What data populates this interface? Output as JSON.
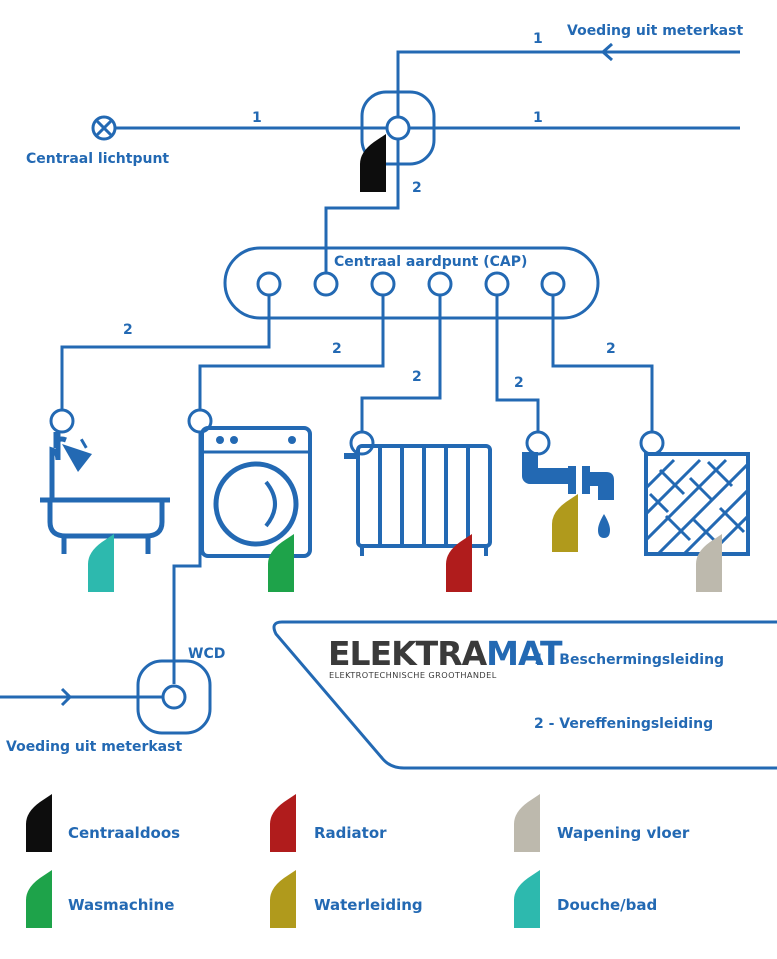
{
  "labels": {
    "supply_top": "Voeding uit meterkast",
    "supply_bottom": "Voeding uit meterkast",
    "central_light": "Centraal lichtpunt",
    "cap": "Centraal aardpunt (CAP)",
    "wcd": "WCD"
  },
  "wire_numbers": {
    "top_supply": "1",
    "light": "1",
    "right": "1",
    "to_cap": "2",
    "bath": "2",
    "washer": "2",
    "radiator": "2",
    "tap": "2",
    "floor": "2"
  },
  "logo": {
    "part1": "ELEKTRA",
    "part2": "MAT",
    "subtitle": "ELEKTROTECHNISCHE GROOTHANDEL"
  },
  "key": {
    "item1": "1 - Beschermingsleiding",
    "item2": "2 - Vereffeningsleiding"
  },
  "legend": [
    {
      "label": "Centraaldoos",
      "color": "#0d0d0d"
    },
    {
      "label": "Radiator",
      "color": "#b01c1c"
    },
    {
      "label": "Wapening vloer",
      "color": "#bdb9ad"
    },
    {
      "label": "Wasmachine",
      "color": "#1ea34a"
    },
    {
      "label": "Waterleiding",
      "color": "#b09a1c"
    },
    {
      "label": "Douche/bad",
      "color": "#2db9ae"
    }
  ],
  "colors": {
    "line": "#2369b3",
    "logo_dark": "#3a3a3a",
    "logo_accent": "#2369b3"
  }
}
